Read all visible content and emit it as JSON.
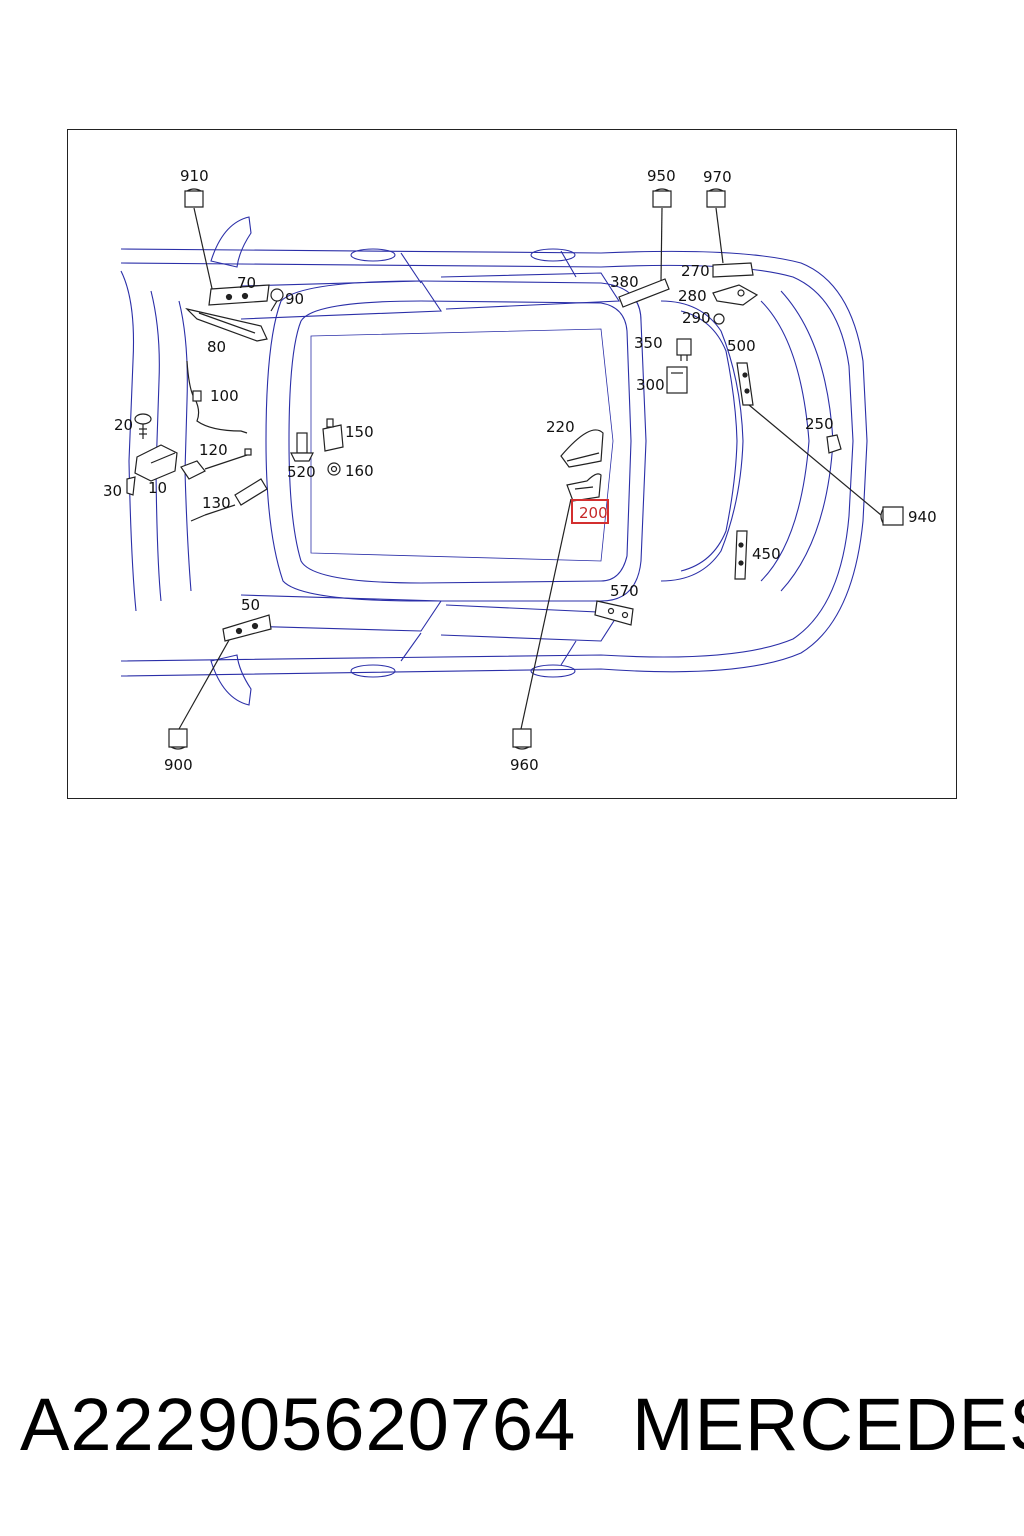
{
  "diagram": {
    "part_labels": {
      "p10": "10",
      "p20": "20",
      "p30": "30",
      "p50": "50",
      "p70": "70",
      "p80": "80",
      "p90": "90",
      "p100": "100",
      "p120": "120",
      "p130": "130",
      "p150": "150",
      "p160": "160",
      "p200": "200",
      "p220": "220",
      "p250": "250",
      "p270": "270",
      "p280": "280",
      "p290": "290",
      "p300": "300",
      "p350": "350",
      "p380": "380",
      "p450": "450",
      "p500": "500",
      "p520": "520",
      "p570": "570"
    },
    "callouts": {
      "c900": "900",
      "c910": "910",
      "c940": "940",
      "c950": "950",
      "c960": "960",
      "c970": "970"
    },
    "highlighted_part": "200",
    "colors": {
      "outline": "#2b2fa8",
      "highlight": "#d32f2f",
      "ink": "#222222"
    }
  },
  "footer": {
    "part_number": "A222905620764",
    "brand": "MERCEDES"
  }
}
